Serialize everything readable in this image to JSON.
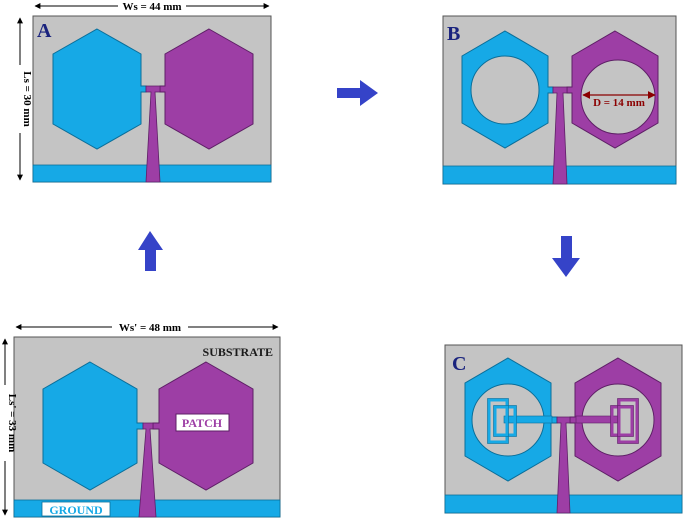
{
  "panels": {
    "a": {
      "label": "A",
      "ws": "Ws = 44 mm",
      "ls": "Ls = 30 mm"
    },
    "b": {
      "label": "B",
      "diameter": "D = 14 mm"
    },
    "c": {
      "label": "C"
    },
    "d": {
      "ws": "Ws' = 48 mm",
      "ls": "Ls' = 33 mm",
      "substrate": "SUBSTRATE",
      "patch": "PATCH",
      "ground": "GROUND"
    }
  },
  "colors": {
    "substrate": "#c4c4c4",
    "cyan": "#16a9e6",
    "magenta": "#9d3ea5",
    "arrow": "#3543c8",
    "dim_red": "#8b0000",
    "label": "#1a237e"
  },
  "arrows": [
    {
      "name": "arrow-right",
      "direction": "right"
    },
    {
      "name": "arrow-down",
      "direction": "down"
    },
    {
      "name": "arrow-up",
      "direction": "up"
    }
  ]
}
